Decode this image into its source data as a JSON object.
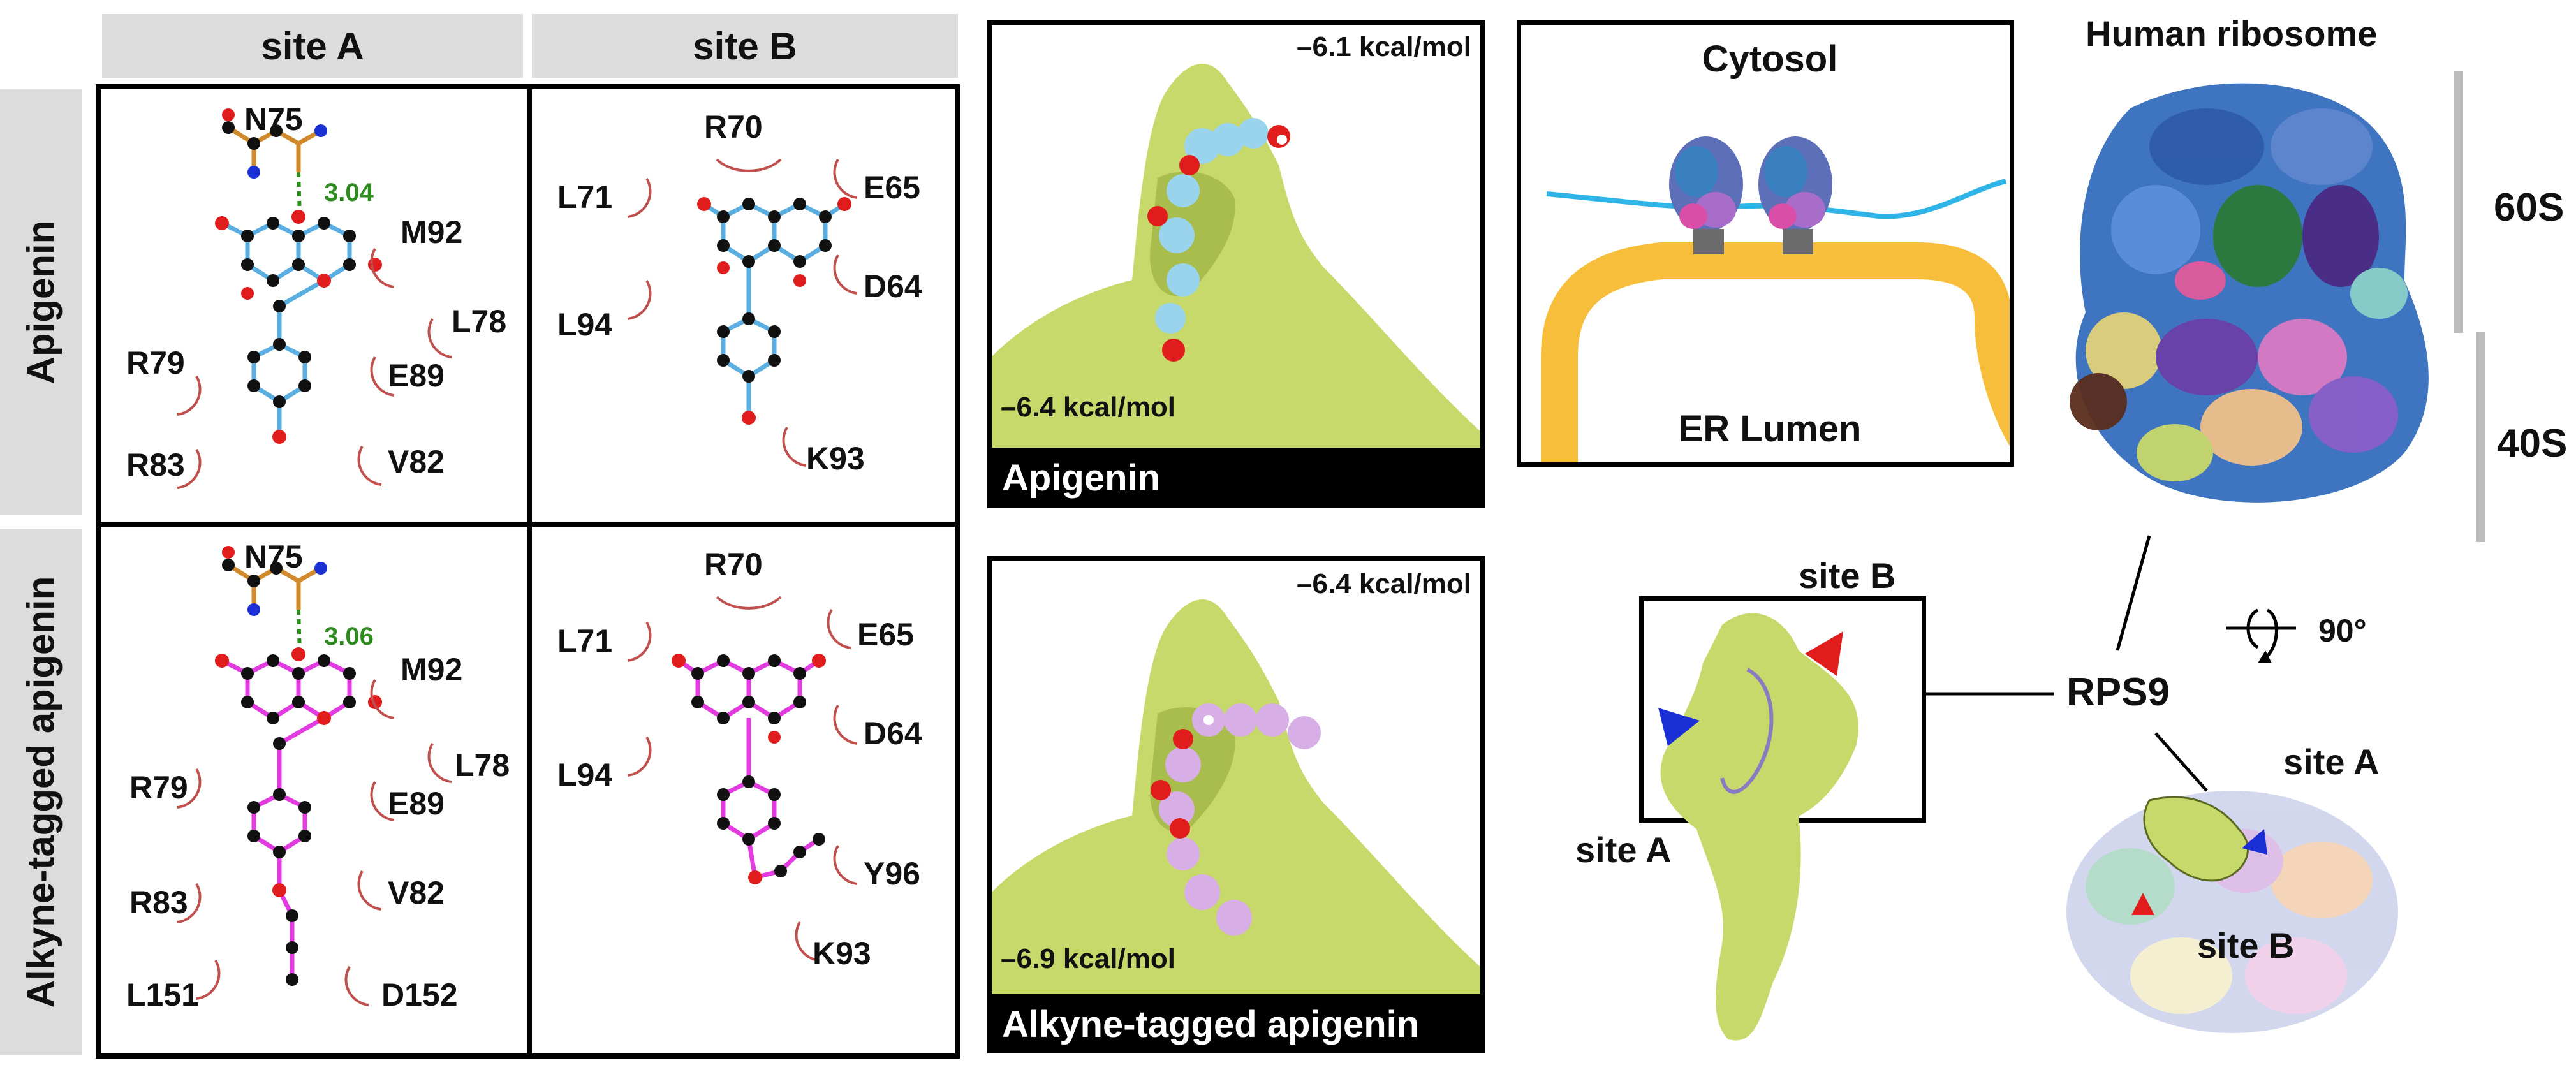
{
  "columns": {
    "site_a": "site A",
    "site_b": "site B"
  },
  "rows": {
    "apigenin": "Apigenin",
    "alkyne": "Alkyne-tagged apigenin"
  },
  "interaction_panels": {
    "apigenin_site_a": {
      "residues": [
        "N75",
        "M92",
        "L78",
        "R79",
        "E89",
        "R83",
        "V82"
      ],
      "hbond": "3.04"
    },
    "apigenin_site_b": {
      "residues": [
        "R70",
        "L71",
        "E65",
        "D64",
        "L94",
        "K93"
      ]
    },
    "alkyne_site_a": {
      "residues": [
        "N75",
        "M92",
        "L78",
        "R79",
        "E89",
        "R83",
        "V82",
        "L151",
        "D152"
      ],
      "hbond": "3.06"
    },
    "alkyne_site_b": {
      "residues": [
        "R70",
        "L71",
        "E65",
        "D64",
        "L94",
        "Y96",
        "K93"
      ]
    }
  },
  "docking": {
    "apigenin": {
      "label": "Apigenin",
      "energy_top": "–6.1 kcal/mol",
      "energy_bottom": "–6.4 kcal/mol"
    },
    "alkyne": {
      "label": "Alkyne-tagged apigenin",
      "energy_top": "–6.4 kcal/mol",
      "energy_bottom": "–6.9 kcal/mol"
    }
  },
  "cell_diagram": {
    "top": "Cytosol",
    "bottom": "ER Lumen"
  },
  "ribosome": {
    "title": "Human ribosome",
    "large_subunit": "60S",
    "small_subunit": "40S",
    "protein": "RPS9",
    "rotation": "90°",
    "site_a": "site A",
    "site_b": "site B"
  },
  "rps9_zoom": {
    "site_a": "site A",
    "site_b": "site B"
  },
  "colors": {
    "apigenin_bonds": "#5aaee0",
    "alkyne_bonds": "#e23ce0",
    "protein_surface": "#c7d96a",
    "apigenin_ligand": "#9ad4ec",
    "alkyne_ligand": "#d8aee6",
    "membrane": "#f7be3c",
    "mrna": "#2fb4e8",
    "site_a_marker": "#1a2fd6",
    "site_b_marker": "#e01c1c",
    "hydrophobic_arc": "#c0504d",
    "hbond": "#2e8b1e"
  },
  "icons": [
    "hydrophobic-contact-arc-icon",
    "rotation-arrow-icon",
    "site-arrowhead-icon"
  ]
}
